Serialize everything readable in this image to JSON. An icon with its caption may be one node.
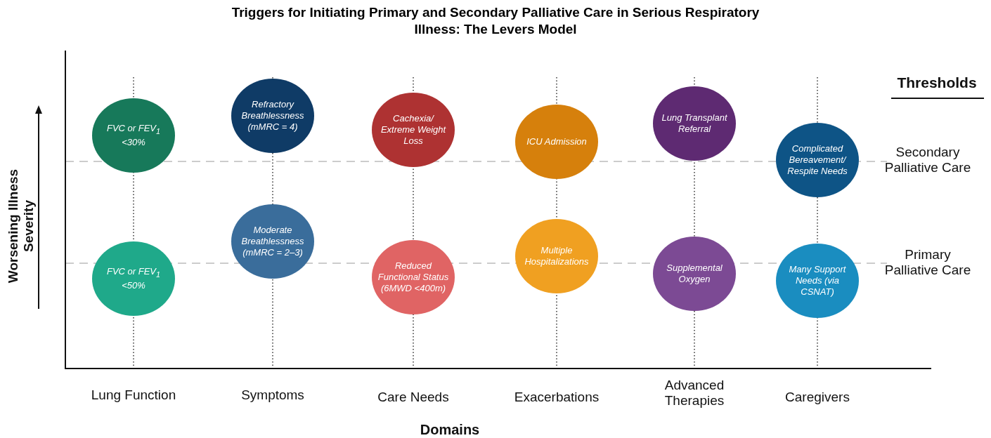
{
  "diagram": {
    "title": "Triggers for Initiating Primary and Secondary Palliative Care in Serious Respiratory Illness: The Levers Model",
    "nodes": [
      {
        "text": [
          "FVC or FEV$_{1}$ <30%"
        ]
      },
      {
        "text": [
          "FVC or FEV$_{1}$ <50%"
        ]
      },
      {
        "text": [
          "Refractory Breathlessness (mMRC = 4)"
        ]
      },
      {
        "text": [
          "Moderate Breathlessness (mMRC = 2–3)"
        ]
      },
      {
        "text": [
          "Cachexia/ Extreme Weight Loss"
        ]
      },
      {
        "text": [
          "Reduced Functional Status (6MWD <400m)"
        ]
      },
      {
        "text": [
          "ICU Admission"
        ]
      },
      {
        "text": [
          "Multiple Hospitalizations"
        ]
      },
      {
        "text": [
          "Lung Transplant Referral"
        ]
      },
      {
        "text": [
          "Supplemental Oxygen"
        ]
      },
      {
        "text": [
          "Complicated Bereavement/ Respite Needs"
        ]
      },
      {
        "text": [
          "Many Support Needs (via CSNAT)"
        ]
      }
    ],
    "edges": [],
    "labels": [
      "Thresholds",
      "Worsening Illness Severity",
      "Secondary Palliative Care",
      "Primary Palliative Care",
      "Lung Function",
      "Symptoms",
      "Care Needs",
      "Exacerbations",
      "Advanced Therapies",
      "Caregivers",
      "Domains"
    ]
  }
}
